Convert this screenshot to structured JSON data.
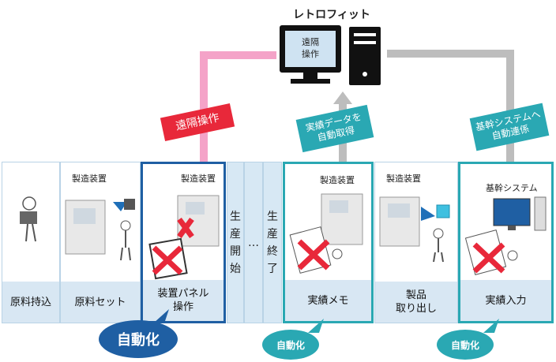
{
  "title": "レトロフィット",
  "pc_screen_text": "遠隔\n操作",
  "arrow_labels": {
    "remote": "遠隔操作",
    "data": "実績データを\n自動取得",
    "core": "基幹システムへ\n自動連係"
  },
  "device_labels": {
    "dev1": "製造装置",
    "dev2": "製造装置",
    "dev3": "製造装置",
    "dev4": "製造装置",
    "core": "基幹システム"
  },
  "steps": [
    {
      "label": "原料持込"
    },
    {
      "label": "原料セット"
    },
    {
      "label": "装置パネル\n操作"
    },
    {
      "label": "実績メモ"
    },
    {
      "label": "製品\n取り出し"
    },
    {
      "label": "実績入力"
    }
  ],
  "middle": {
    "start": [
      "生",
      "産",
      "開",
      "始"
    ],
    "dots": "…",
    "end": [
      "生",
      "産",
      "終",
      "了"
    ]
  },
  "badges": {
    "big": "自動化",
    "small1": "自動化",
    "small2": "自動化"
  },
  "colors": {
    "pink": "#f4a3c8",
    "red": "#e8283a",
    "teal": "#2aa8b3",
    "gray": "#bdbdbd",
    "blue": "#1f5fa3",
    "panel_bg": "#d8e7f3"
  }
}
